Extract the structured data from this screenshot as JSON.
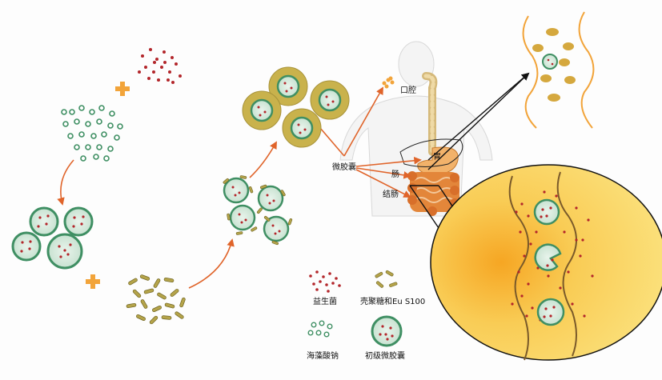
{
  "labels": {
    "mouth": "口腔",
    "stomach": "胃",
    "intestine": "肠",
    "colon": "结肠",
    "microcapsule": "微胶囊"
  },
  "legend": {
    "probiotic": "益生菌",
    "chitosan_eu": "壳聚糖和Eu S100",
    "sodium_alginate": "海藻酸钠",
    "primary_microcapsule": "初级微胶囊"
  },
  "colors": {
    "probiotic_red": "#b3262b",
    "alginate_green": "#3f8f63",
    "capsule_fill": "#d9ece0",
    "chitosan_olive": "#a89a3c",
    "arrow_orange": "#e0642a",
    "plus_orange": "#f2a43a",
    "intestine_yellow": "#f7d25a"
  },
  "icons": [
    "plus-icon",
    "plus-icon"
  ]
}
